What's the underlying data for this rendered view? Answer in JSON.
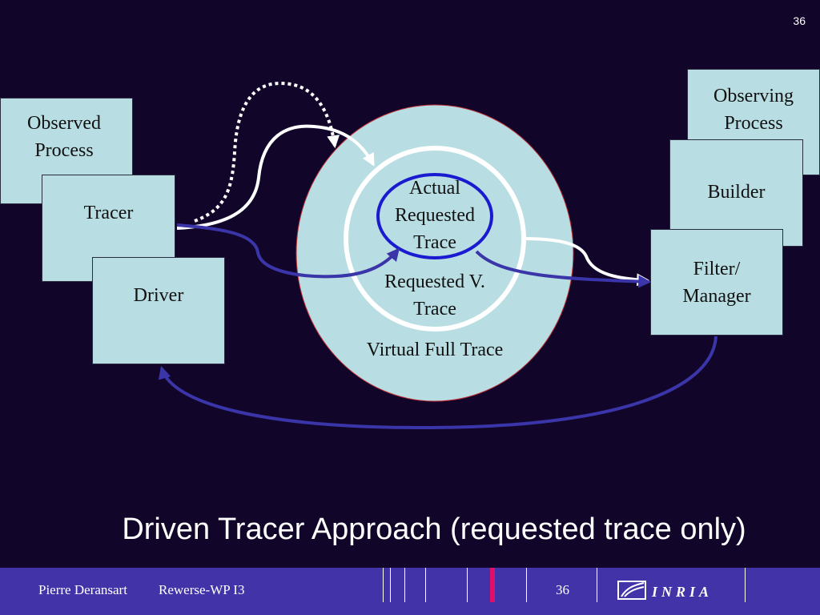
{
  "slide_number": "36",
  "title": "Driven Tracer Approach (requested trace only)",
  "boxes": {
    "observed_process": "Observed Process",
    "tracer": "Tracer",
    "driver": "Driver",
    "observing_process": "Observing Process",
    "builder": "Builder",
    "filter_manager": "Filter/ Manager"
  },
  "circles": {
    "actual_requested_trace": "Actual Requested Trace",
    "requested_v_trace": "Requested V. Trace",
    "virtual_full_trace": "Virtual Full Trace"
  },
  "footer": {
    "author": "Pierre Deransart",
    "project": "Rewerse-WP I3",
    "page": "36",
    "logo": "INRIA"
  },
  "colors": {
    "background": "#12052a",
    "box_fill": "#b8dde2",
    "footer": "#4233a8",
    "arrow_blue": "#3a35a8",
    "inner_ring": "#1a1ad0",
    "accent_pink": "#e0106a"
  }
}
